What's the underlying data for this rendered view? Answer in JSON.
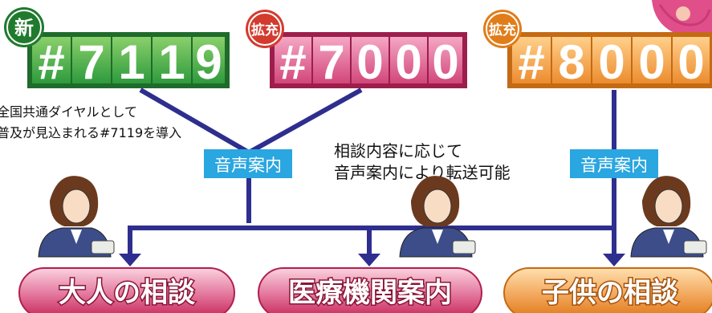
{
  "numbers": [
    {
      "badge": "新",
      "digits": [
        "#",
        "7",
        "1",
        "1",
        "9"
      ],
      "color": "#3aa84a"
    },
    {
      "badge": "拡充",
      "digits": [
        "#",
        "7",
        "0",
        "0",
        "0"
      ],
      "color": "#d94a78"
    },
    {
      "badge": "拡充",
      "digits": [
        "#",
        "8",
        "0",
        "0",
        "0"
      ],
      "color": "#ef9a3a"
    }
  ],
  "note_7119": [
    "全国共通ダイヤルとして",
    "普及が見込まれる#7119を導入"
  ],
  "voice_label": "音声案内",
  "transfer_note": [
    "相談内容に応じて",
    "音声案内により転送可能"
  ],
  "destinations": [
    {
      "label": "大人の相談",
      "color": "#c8285c",
      "light": "#f7b7cd"
    },
    {
      "label": "医療機関案内",
      "color": "#c0294f",
      "light": "#f3b3c4"
    },
    {
      "label": "子供の相談",
      "color": "#e88424",
      "light": "#fcd19c"
    }
  ],
  "colors": {
    "line": "#2e2e8f",
    "voice_bg": "#2aa6e0",
    "green_badge_ring": "#1f7a2e",
    "red_badge_ring": "#d33b2f",
    "orange_badge_ring": "#e07d1a"
  }
}
